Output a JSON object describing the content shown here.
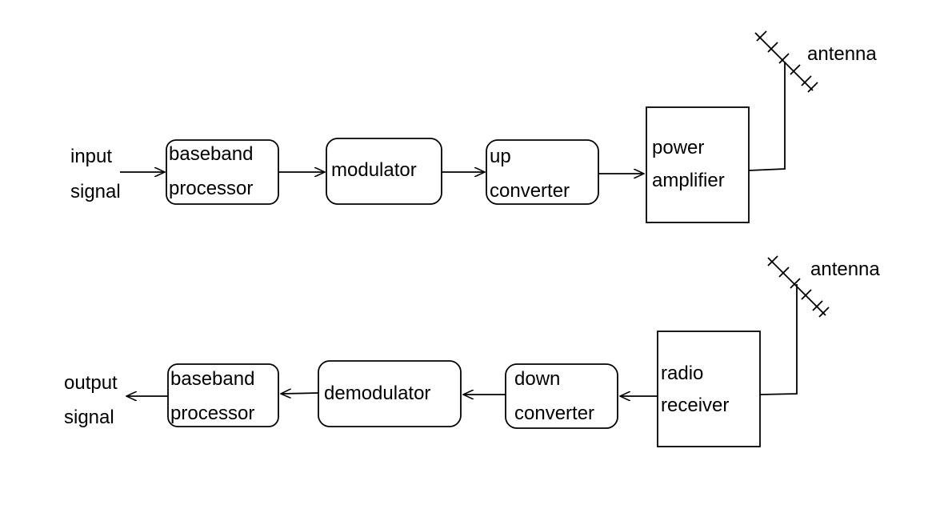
{
  "transmitter": {
    "input_label": [
      "input",
      "signal"
    ],
    "baseband": [
      "baseband",
      "processor"
    ],
    "modulator": [
      "modulator"
    ],
    "up_converter": [
      "up",
      "converter"
    ],
    "power_amplifier": [
      "power",
      "amplifier"
    ],
    "antenna": "antenna"
  },
  "receiver": {
    "output_label": [
      "output",
      "signal"
    ],
    "baseband": [
      "baseband",
      "processor"
    ],
    "demodulator": [
      "demodulator"
    ],
    "down_converter": [
      "down",
      "converter"
    ],
    "radio_receiver": [
      "radio",
      "receiver"
    ],
    "antenna": "antenna"
  }
}
